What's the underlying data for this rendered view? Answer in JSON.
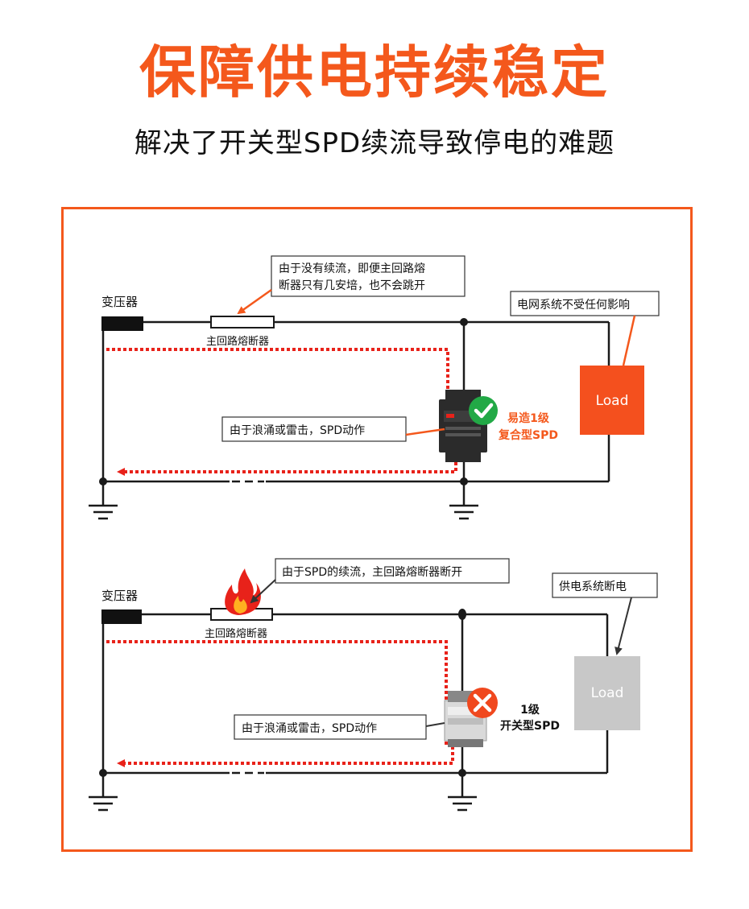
{
  "header": {
    "title": "保障供电持续稳定",
    "subtitle": "解决了开关型SPD续流导致停电的难题"
  },
  "colors": {
    "accent": "#f4581c",
    "surge_path": "#e8221a",
    "wire": "#1a1a1a",
    "load_active": "#f4501e",
    "load_inactive": "#c8c8c8",
    "ok_green": "#22a946",
    "fail_red": "#f0481e"
  },
  "diagram_top": {
    "transformer_label": "变压器",
    "fuse_label": "主回路熔断器",
    "callout_fuse": [
      "由于没有续流，即便主回路熔",
      "断器只有几安培，也不会跳开"
    ],
    "callout_surge": "由于浪涌或雷击，SPD动作",
    "callout_grid": "电网系统不受任何影响",
    "load_label": "Load",
    "spd_label": [
      "易造1级",
      "复合型SPD"
    ],
    "status_icon": "check-icon"
  },
  "diagram_bottom": {
    "transformer_label": "变压器",
    "fuse_label": "主回路熔断器",
    "callout_fuse": "由于SPD的续流，主回路熔断器断开",
    "callout_surge": "由于浪涌或雷击，SPD动作",
    "callout_grid": "供电系统断电",
    "load_label": "Load",
    "spd_label": [
      "1级",
      "开关型SPD"
    ],
    "status_icon": "cross-icon",
    "fire_icon": "flame-icon"
  }
}
